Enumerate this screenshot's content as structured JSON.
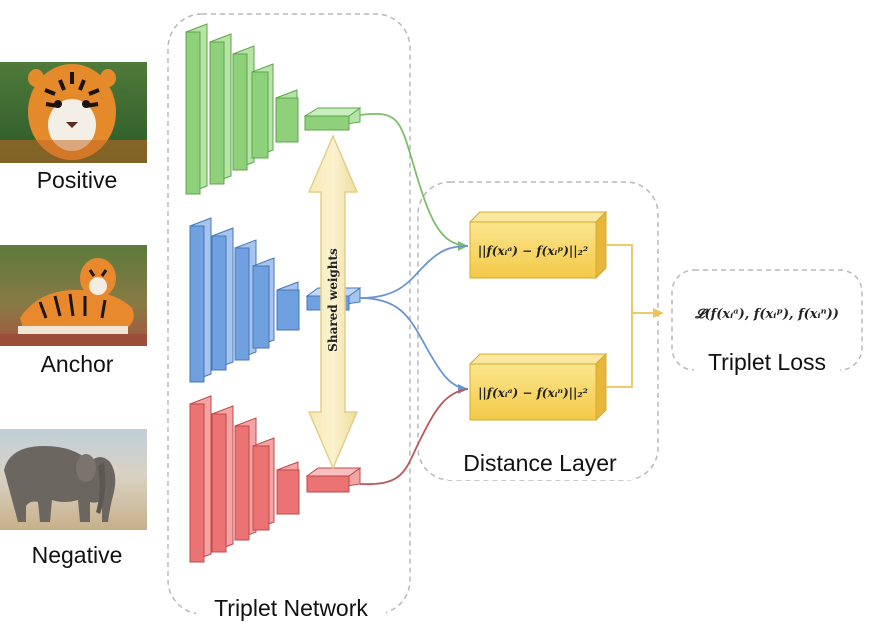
{
  "inputs": {
    "positive_label": "Positive",
    "anchor_label": "Anchor",
    "negative_label": "Negative"
  },
  "network": {
    "label": "Triplet Network",
    "shared_weights_label": "Shared weights"
  },
  "distance": {
    "label": "Distance Layer",
    "formula_positive": "||f(xᵢᵃ) − f(xᵢᵖ)||₂²",
    "formula_negative": "||f(xᵢᵃ) − f(xᵢⁿ)||₂²"
  },
  "loss": {
    "label": "Triplet Loss",
    "formula": "𝓛(f(xᵢᵃ), f(xᵢᵖ), f(xᵢⁿ))"
  },
  "colors": {
    "green": "#8fd17a",
    "blue": "#6fa0e0",
    "red": "#ec7373",
    "yellow_box": "#f6d35a",
    "connector_yellow": "#e9c55a"
  }
}
